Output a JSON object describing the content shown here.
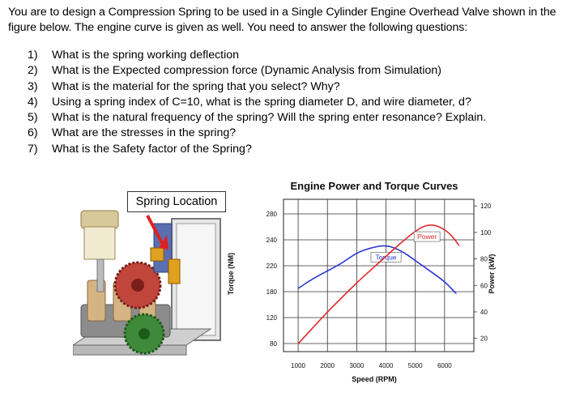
{
  "intro": "You are to design a Compression Spring to be used in a Single Cylinder Engine Overhead Valve shown in the figure below. The engine curve is given as well. You need to answer the following questions:",
  "questions": [
    {
      "num": "1)",
      "text": "What is the spring working deflection"
    },
    {
      "num": "2)",
      "text": "What is the Expected compression force (Dynamic Analysis from Simulation)"
    },
    {
      "num": "3)",
      "text": "What is the material for the spring that you select? Why?"
    },
    {
      "num": "4)",
      "text": "Using a spring index of C=10, what is the spring diameter D, and wire diameter, d?"
    },
    {
      "num": "5)",
      "text": "What is the natural frequency of the spring? Will the spring enter resonance? Explain."
    },
    {
      "num": "6)",
      "text": "What are the stresses in the spring?"
    },
    {
      "num": "7)",
      "text": "What is the Safety factor of the Spring?"
    }
  ],
  "figure": {
    "spring_label": "Spring Location"
  },
  "chart_data": {
    "type": "line",
    "title": "Engine Power and Torque Curves",
    "xlabel": "Speed (RPM)",
    "ylabel_left": "Torque (NM)",
    "ylabel_right": "Power (kW)",
    "x_ticks": [
      "1000",
      "2000",
      "3000",
      "4000",
      "5000",
      "6000"
    ],
    "y_left_ticks": [
      "80",
      "120",
      "180",
      "220",
      "240",
      "280"
    ],
    "y_right_ticks": [
      "20",
      "40",
      "60",
      "80",
      "100",
      "120"
    ],
    "xlim": [
      500,
      7000
    ],
    "ylim_right": [
      10,
      125
    ],
    "grid": true,
    "series": [
      {
        "name": "Torque",
        "axis": "left",
        "color": "#2a34d6",
        "points": [
          [
            1000,
            185
          ],
          [
            1500,
            200
          ],
          [
            2000,
            212
          ],
          [
            2500,
            222
          ],
          [
            3000,
            230
          ],
          [
            3500,
            234
          ],
          [
            4000,
            236
          ],
          [
            4500,
            232
          ],
          [
            5000,
            224
          ],
          [
            5500,
            212
          ],
          [
            6000,
            196
          ],
          [
            6400,
            175
          ]
        ]
      },
      {
        "name": "Power",
        "axis": "right",
        "color": "#e02a2a",
        "points": [
          [
            1000,
            16
          ],
          [
            1500,
            28
          ],
          [
            2000,
            40
          ],
          [
            2500,
            51
          ],
          [
            3000,
            62
          ],
          [
            3500,
            72
          ],
          [
            4000,
            82
          ],
          [
            4500,
            92
          ],
          [
            5000,
            101
          ],
          [
            5400,
            106
          ],
          [
            5800,
            105
          ],
          [
            6200,
            99
          ],
          [
            6500,
            90
          ]
        ]
      }
    ]
  }
}
